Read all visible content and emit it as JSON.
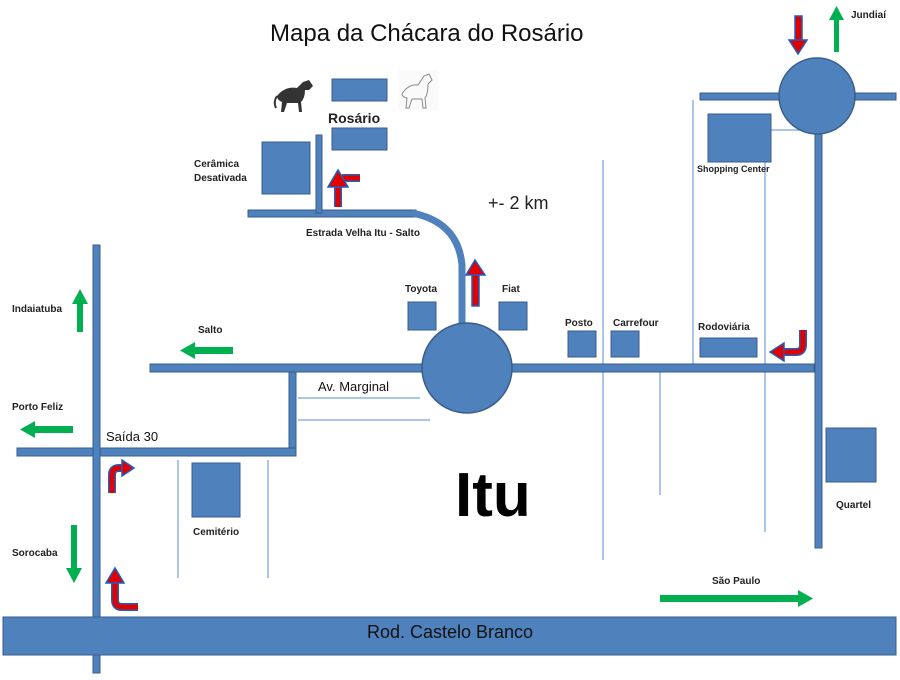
{
  "title": "Mapa da Chácara do Rosário",
  "city": "Itu",
  "distance": "+- 2 km",
  "roads": {
    "estrada": "Estrada Velha Itu - Salto",
    "marginal": "Av. Marginal",
    "saida": "Saída 30",
    "highway": "Rod. Castelo Branco"
  },
  "places": {
    "rosario": "Rosário",
    "ceramica": "Cerâmica\nDesativada",
    "toyota": "Toyota",
    "fiat": "Fiat",
    "posto": "Posto",
    "carrefour": "Carrefour",
    "rodoviaria": "Rodoviária",
    "shopping": "Shopping Center",
    "quartel": "Quartel",
    "cemiterio": "Cemitério"
  },
  "destinations": {
    "jundiai": "Jundiaí",
    "indaiatuba": "Indaiatuba",
    "salto": "Salto",
    "porto_feliz": "Porto Feliz",
    "sorocaba": "Sorocaba",
    "sao_paulo": "São Paulo"
  },
  "colors": {
    "road": "#4f81bd",
    "road_stroke": "#385d8a",
    "thin_road": "#8eb4e3",
    "arrow_green": "#00b050",
    "arrow_red": "#e00000",
    "arrow_blue": "#1f5fbf"
  },
  "icons": [
    "horse-icon",
    "horse-outline-icon"
  ]
}
